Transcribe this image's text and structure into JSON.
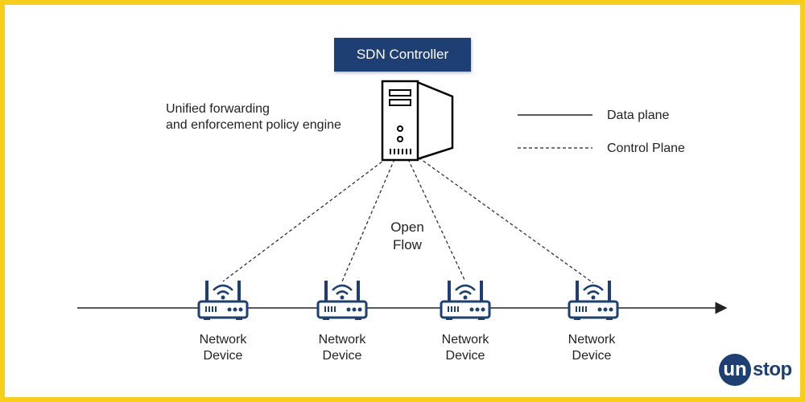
{
  "controller": {
    "title": "SDN Controller"
  },
  "engine_label": {
    "line1": "Unified forwarding",
    "line2": "and enforcement policy engine"
  },
  "legend": {
    "data_plane": "Data plane",
    "control_plane": "Control Plane"
  },
  "protocol": {
    "line1": "Open",
    "line2": "Flow"
  },
  "devices": [
    {
      "line1": "Network",
      "line2": "Device"
    },
    {
      "line1": "Network",
      "line2": "Device"
    },
    {
      "line1": "Network",
      "line2": "Device"
    },
    {
      "line1": "Network",
      "line2": "Device"
    }
  ],
  "brand": {
    "circle_text": "un",
    "rest_text": "stop"
  },
  "colors": {
    "border": "#f7cf1b",
    "accent": "#1d3f73",
    "line": "#222222"
  },
  "icons": {
    "server": "server-icon",
    "router": "wifi-router-icon"
  }
}
